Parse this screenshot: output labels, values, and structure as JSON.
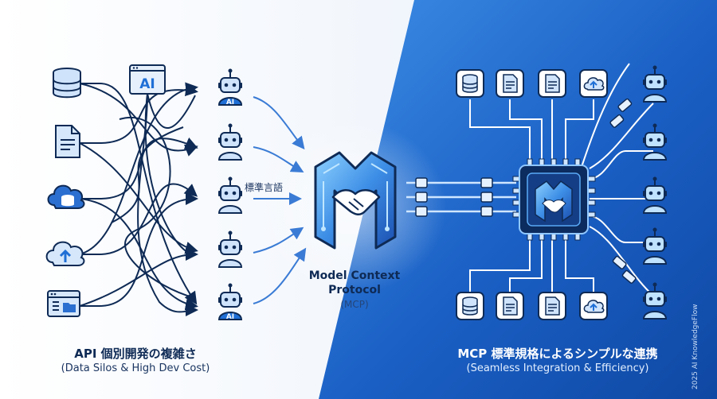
{
  "left_panel": {
    "title": "API 個別開発の複雑さ",
    "subtitle": "(Data Silos & High Dev Cost)",
    "ai_box_label": "AI",
    "robot_badges": [
      "AI",
      "AI"
    ]
  },
  "center": {
    "arrow_label": "標準言語",
    "title_line1": "Model Context",
    "title_line2": "Protocol",
    "title_line3": "(MCP)"
  },
  "right_panel": {
    "title": "MCP 標準規格によるシンプルな連携",
    "subtitle": "(Seamless Integration & Efficiency)"
  },
  "watermark": "2025 AI KnowledgeFlow",
  "icons": {
    "left_sources": [
      "database-icon",
      "document-icon",
      "cloud-database-icon",
      "cloud-upload-icon",
      "app-window-icon"
    ],
    "left_robots": [
      "robot-icon",
      "robot-icon",
      "robot-icon",
      "robot-icon",
      "robot-icon"
    ],
    "right_top": [
      "database-icon",
      "document-icon",
      "document-icon",
      "cloud-upload-icon"
    ],
    "right_bottom": [
      "database-icon",
      "document-icon",
      "document-icon",
      "cloud-upload-icon"
    ],
    "right_robots": [
      "robot-icon",
      "robot-icon",
      "robot-icon",
      "robot-icon",
      "robot-icon",
      "robot-icon"
    ]
  },
  "colors": {
    "navy": "#0e2a55",
    "mid_blue": "#1f6fd6",
    "right_bg": "#1a5fc4",
    "light_bg": "#eef4fb"
  }
}
